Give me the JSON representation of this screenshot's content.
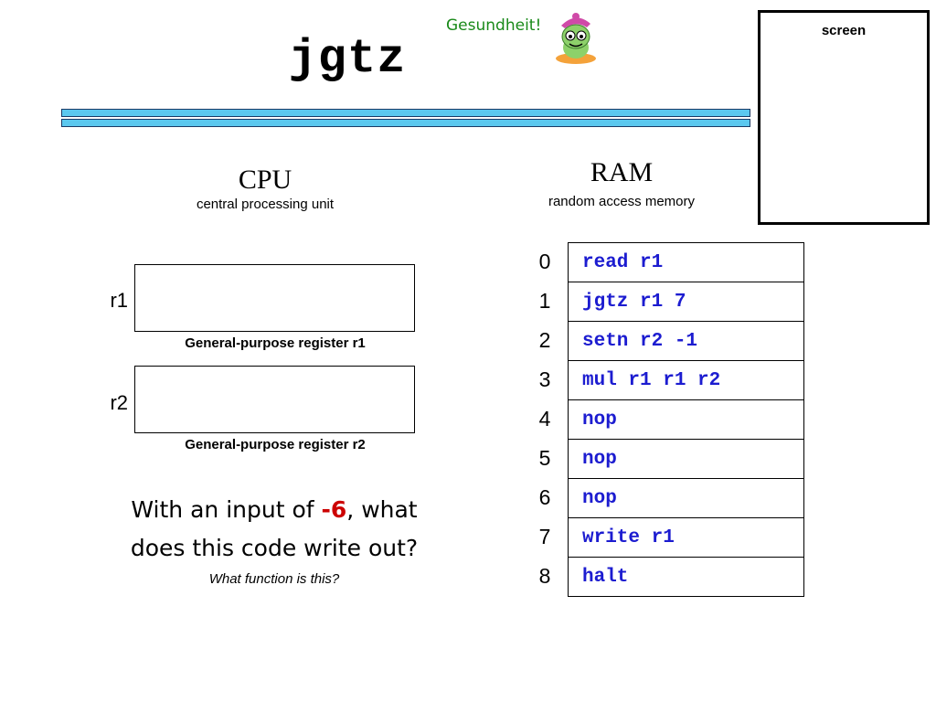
{
  "header": {
    "title": "jgtz",
    "exclamation": "Gesundheit!"
  },
  "screen": {
    "label": "screen"
  },
  "cpu": {
    "title": "CPU",
    "subtitle": "central processing unit",
    "registers": [
      {
        "label": "r1",
        "caption": "General-purpose register r1"
      },
      {
        "label": "r2",
        "caption": "General-purpose register r2"
      }
    ]
  },
  "ram": {
    "title": "RAM",
    "subtitle": "random access memory",
    "rows": [
      {
        "addr": "0",
        "code": "read r1"
      },
      {
        "addr": "1",
        "code": "jgtz r1 7"
      },
      {
        "addr": "2",
        "code": "setn r2 -1"
      },
      {
        "addr": "3",
        "code": "mul r1 r1 r2"
      },
      {
        "addr": "4",
        "code": "nop"
      },
      {
        "addr": "5",
        "code": "nop"
      },
      {
        "addr": "6",
        "code": "nop"
      },
      {
        "addr": "7",
        "code": "write r1"
      },
      {
        "addr": "8",
        "code": "halt"
      }
    ]
  },
  "question": {
    "line1_prefix": "With an input of ",
    "highlight": "-6",
    "line1_suffix": ", what",
    "line2": "does this code write out?",
    "subtitle": "What function is this?"
  },
  "colors": {
    "code": "#1c1cd0",
    "highlight": "#cc0000",
    "bar": "#5bc8ef",
    "exclamation": "#1a8a1a"
  },
  "icons": {
    "mascot": "cartoon-character-icon"
  }
}
